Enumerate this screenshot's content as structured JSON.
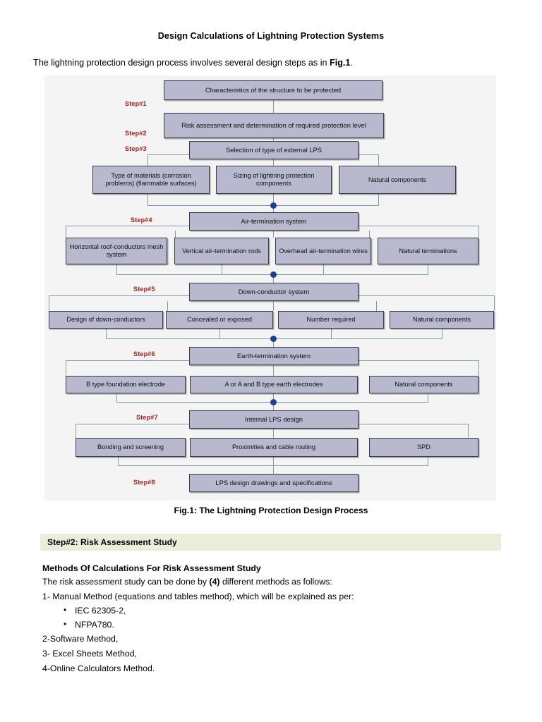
{
  "document": {
    "title": "Design Calculations of Lightning Protection Systems",
    "intro_prefix": "The lightning protection design process involves several design steps as in ",
    "intro_bold": "Fig.1",
    "intro_suffix": ".",
    "figure_caption": "Fig.1: The Lightning Protection Design Process"
  },
  "colors": {
    "box_fill": "#b8b8ce",
    "box_border": "#3a3a44",
    "connector": "#7f9da4",
    "junction_dot": "#1d3f9c",
    "step_label": "#9e1b1b",
    "panel_background": "#f4f4f4",
    "banner_background": "#e9eedb"
  },
  "diagram": {
    "steps": [
      {
        "label": "Step#1",
        "main": "Characteristics of the structure to be protected",
        "children": []
      },
      {
        "label": "Step#2",
        "main": "Risk assessment and determination of required protection level",
        "children": []
      },
      {
        "label": "Step#3",
        "main": "Selection of type of external LPS",
        "children": [
          "Type of materials (corrosion problems) (flammable surfaces)",
          "Sizing of lightning protection components",
          "Natural components"
        ]
      },
      {
        "label": "Step#4",
        "main": "Air-termination system",
        "children": [
          "Horizontal roof-conductors mesh system",
          "Vertical air-termination rods",
          "Overhead air-termination wires",
          "Natural terminations"
        ]
      },
      {
        "label": "Step#5",
        "main": "Down-conductor system",
        "children": [
          "Design of down-conductors",
          "Concealed or exposed",
          "Number required",
          "Natural components"
        ]
      },
      {
        "label": "Step#6",
        "main": "Earth-termination system",
        "children": [
          "B type foundation electrode",
          "A or A and B type earth electrodes",
          "Natural components"
        ]
      },
      {
        "label": "Step#7",
        "main": "Internal LPS design",
        "children": [
          "Bonding and screening",
          "Proximities and cable routing",
          "SPD"
        ]
      },
      {
        "label": "Step#8",
        "main": "LPS design drawings and specifications",
        "children": []
      }
    ]
  },
  "section": {
    "banner": "Step#2: Risk Assessment Study",
    "heading": "Methods Of Calculations For Risk Assessment Study",
    "lead_prefix": "The risk assessment study can be done by ",
    "lead_bold": "(4)",
    "lead_suffix": " different methods as follows:",
    "method1": "1- Manual Method (equations and tables method), which will be explained as per:",
    "standards": [
      "IEC 62305-2,",
      "NFPA780."
    ],
    "method2": "2-Software Method,",
    "method3": "3- Excel Sheets Method,",
    "method4": "4-Online Calculators Method."
  }
}
